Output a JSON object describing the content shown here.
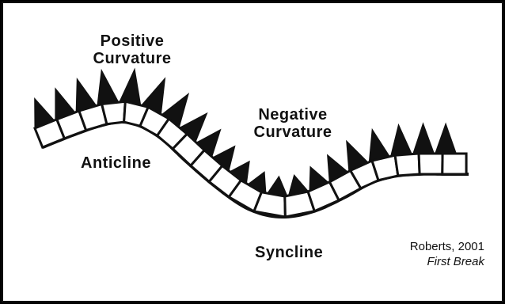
{
  "labels": {
    "positive_curvature": [
      "Positive",
      "Curvature"
    ],
    "negative_curvature": [
      "Negative",
      "Curvature"
    ],
    "anticline": "Anticline",
    "syncline": "Syncline"
  },
  "credit": {
    "author": "Roberts, 2001",
    "journal": "First Break"
  },
  "colors": {
    "ink": "#111111",
    "background": "#ffffff",
    "border": "#000000"
  },
  "icons": {
    "curvature_marker": "triangle-marker",
    "layer_block": "square-block"
  }
}
